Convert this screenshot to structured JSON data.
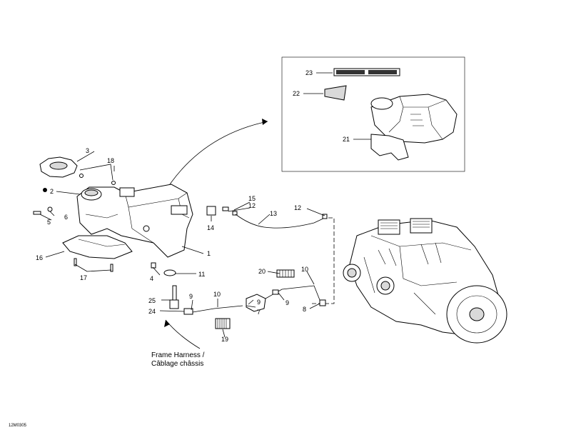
{
  "diagram": {
    "reference_code": "12M0305",
    "frame_harness_label": "Frame Harness /",
    "frame_harness_label_fr": "Câblage châssis",
    "callouts": {
      "c1": "1",
      "c2": "2",
      "c3": "3",
      "c4": "4",
      "c5": "5",
      "c6": "6",
      "c7": "7",
      "c8": "8",
      "c9a": "9",
      "c9b": "9",
      "c9c": "9",
      "c10a": "10",
      "c10b": "10",
      "c11": "11",
      "c12a": "12",
      "c12b": "12",
      "c13": "13",
      "c14": "14",
      "c15": "15",
      "c16": "16",
      "c17": "17",
      "c18": "18",
      "c19": "19",
      "c20": "20",
      "c21": "21",
      "c22": "22",
      "c23": "23",
      "c24": "24",
      "c25": "25"
    }
  }
}
